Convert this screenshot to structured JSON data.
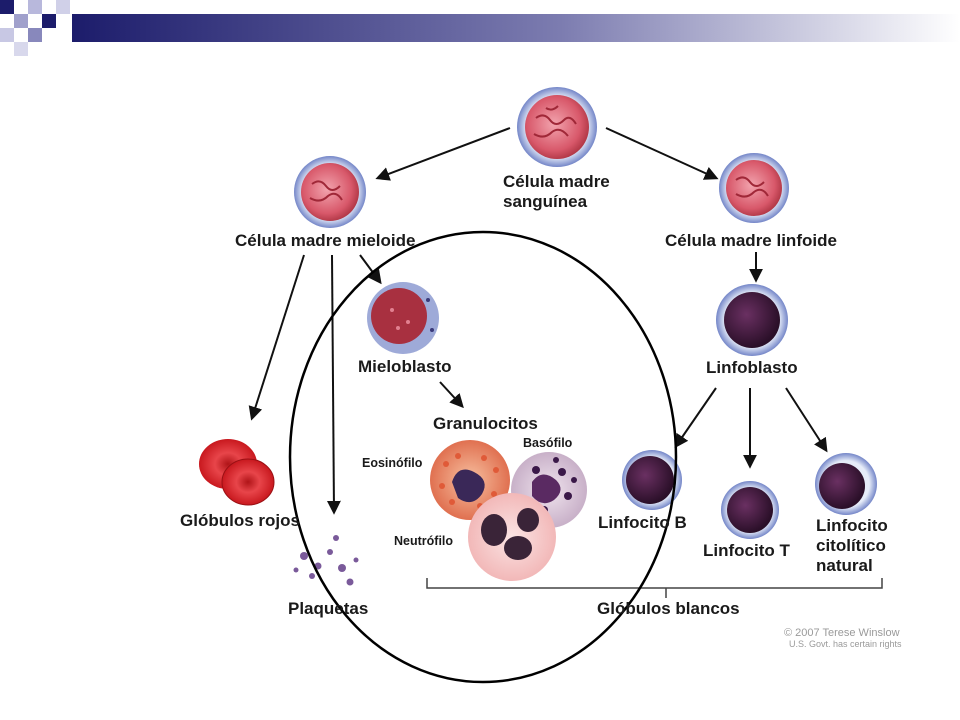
{
  "labels": {
    "stem_cell": [
      "Célula madre",
      "sanguínea"
    ],
    "myeloid": "Célula madre mieloide",
    "lymphoid": "Célula madre linfoide",
    "myeloblast": "Mieloblasto",
    "lymphoblast": "Linfoblasto",
    "granulocytes": "Granulocitos",
    "basophil": "Basófilo",
    "eosinophil": "Eosinófilo",
    "neutrophil": "Neutrófilo",
    "red_cells": "Glóbulos rojos",
    "platelets": "Plaquetas",
    "b_cell": "Linfocito B",
    "t_cell": "Linfocito T",
    "nk_cell": [
      "Linfocito",
      "citolítico",
      "natural"
    ],
    "white_cells": "Glóbulos blancos"
  },
  "credit": {
    "line1": "© 2007 Terese Winslow",
    "line2": "U.S. Govt. has certain rights"
  },
  "colors": {
    "header_accent": "#1c1c6b",
    "stem_nucleus": "#d44b5f",
    "red_cell": "#d9242c",
    "lymph_nucleus": "#3a1838",
    "lymph_rim": "#6a78c8"
  }
}
